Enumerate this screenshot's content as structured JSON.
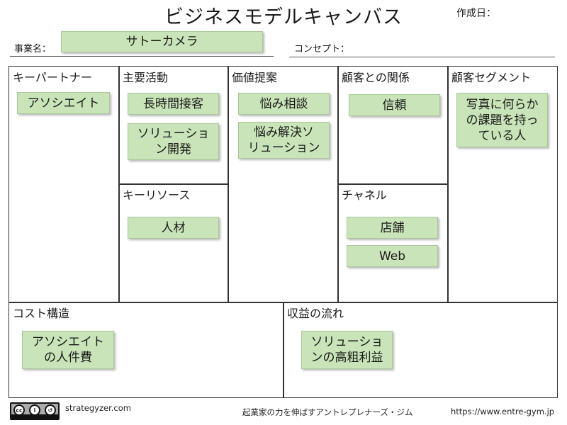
{
  "header": {
    "title": "ビジネスモデルキャンバス",
    "created_label": "作成日："
  },
  "fields": {
    "business_name_label": "事業名：",
    "business_name_value": "サトーカメラ",
    "concept_label": "コンセプト："
  },
  "sections": {
    "key_partners": {
      "title": "キーパートナー",
      "notes": [
        "アソシエイト"
      ]
    },
    "key_activities": {
      "title": "主要活動",
      "notes": [
        "長時間接客",
        "ソリューショ\nン開発"
      ]
    },
    "value_propositions": {
      "title": "価値提案",
      "notes": [
        "悩み相談",
        "悩み解決ソ\nリューション"
      ]
    },
    "customer_relationships": {
      "title": "顧客との関係",
      "notes": [
        "信頼"
      ]
    },
    "customer_segments": {
      "title": "顧客セグメント",
      "notes": [
        "写真に何らか\nの課題を持っ\nている人"
      ]
    },
    "key_resources": {
      "title": "キーリソース",
      "notes": [
        "人材"
      ]
    },
    "channels": {
      "title": "チャネル",
      "notes": [
        "店舗",
        "Web"
      ]
    },
    "cost_structure": {
      "title": "コスト構造",
      "notes": [
        "アソシエイト\nの人件費"
      ]
    },
    "revenue_streams": {
      "title": "収益の流れ",
      "notes": [
        "ソリューショ\nンの高粗利益"
      ]
    }
  },
  "footer": {
    "license_badge": {
      "icon": "creative-commons-by-sa-icon",
      "text": "BY  SA"
    },
    "strategyzer": "strategyzer.com",
    "tagline": "起業家の力を伸ばすアントレプレナーズ・ジム",
    "url": "https://www.entre-gym.jp"
  },
  "colors": {
    "note_fill": "#c9e4b8",
    "border": "#333333"
  }
}
